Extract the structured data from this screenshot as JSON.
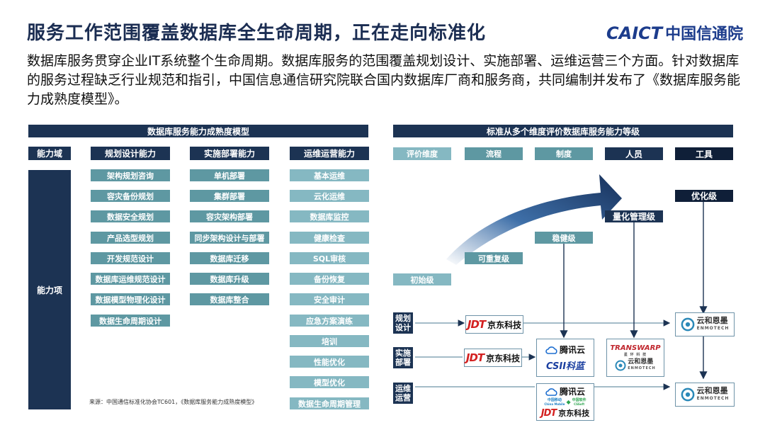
{
  "header": {
    "title": "服务工作范围覆盖数据库全生命周期，正在走向标准化",
    "logo_caict": "CAICT",
    "logo_cn": "中国信通院"
  },
  "intro": "数据库服务贯穿企业IT系统整个生命周期。数据库服务的范围覆盖规划设计、实施部署、运维运营三个方面。针对数据库的服务过程缺乏行业规范和指引，中国信息通信研究院联合国内数据库厂商和服务商，共同编制并发布了《数据库服务能力成熟度模型》。",
  "left_panel": {
    "title": "数据库服务能力成熟度模型",
    "domain_label": "能力域",
    "items_label": "能力项",
    "columns": [
      {
        "header": "规划设计能力",
        "items": [
          "架构规划咨询",
          "容灾备份规划",
          "数据安全规划",
          "产品选型规划",
          "开发规范设计",
          "数据库运维规范设计",
          "数据模型物理化设计",
          "数据生命周期设计"
        ]
      },
      {
        "header": "实施部署能力",
        "items": [
          "单机部署",
          "集群部署",
          "容灾架构部署",
          "同步架构设计与部署",
          "数据库迁移",
          "数据库升级",
          "数据库整合"
        ]
      },
      {
        "header": "运维运营能力",
        "items": [
          "基本运维",
          "云化运维",
          "数据库监控",
          "健康检查",
          "SQL审核",
          "备份恢复",
          "安全审计",
          "应急方案演练",
          "培训",
          "性能优化",
          "模型优化",
          "数据生命周期管理"
        ]
      }
    ],
    "source": "来源：中国通信标准化协会TC601，《数据库服务能力成熟度模型》"
  },
  "right_panel": {
    "title": "标准从多个维度评价数据库服务能力等级",
    "dimensions": [
      "评价维度",
      "流程",
      "制度",
      "人员",
      "工具"
    ],
    "levels": [
      "初始级",
      "可重复级",
      "稳健级",
      "量化管理级",
      "优化级"
    ],
    "stages": [
      "规划设计",
      "实施部署",
      "运维运营"
    ],
    "vendors": {
      "jdt_mark": "JDT",
      "jdt_text": "京东科技",
      "tencent": "腾讯云",
      "csii": "CSII科蓝",
      "transwarp": "TRANSWARP",
      "transwarp_cn": "星 环 科 技",
      "enmo": "云和恩墨",
      "enmo_en": "ENMOTECH",
      "cmobile": "中国移动",
      "cmobile_en": "China Mobile",
      "chinasoft": "中国软件",
      "chinasoft_en": "CSSoft"
    }
  }
}
